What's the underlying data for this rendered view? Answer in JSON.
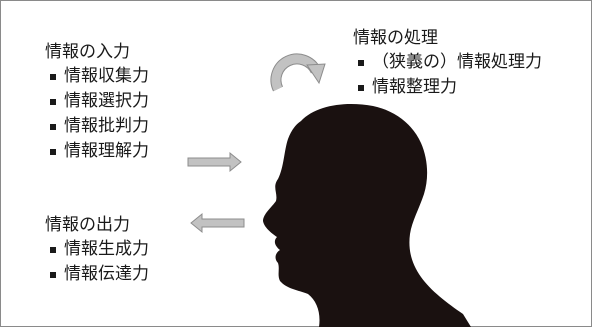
{
  "colors": {
    "text": "#1a1a1a",
    "silhouette": "#1a1110",
    "arrow_fill": "#c2c2c2",
    "arrow_stroke": "#8c8c8c",
    "border": "#8a8a8a"
  },
  "input": {
    "heading": "情報の入力",
    "items": [
      "情報収集力",
      "情報選択力",
      "情報批判力",
      "情報理解力"
    ]
  },
  "processing": {
    "heading": "情報の処理",
    "items": [
      "（狭義の）情報処理力",
      "情報整理力"
    ]
  },
  "output": {
    "heading": "情報の出力",
    "items": [
      "情報生成力",
      "情報伝達力"
    ]
  },
  "icons": [
    "circular-arrow-icon",
    "right-arrow-icon",
    "left-arrow-icon",
    "head-silhouette-icon"
  ]
}
